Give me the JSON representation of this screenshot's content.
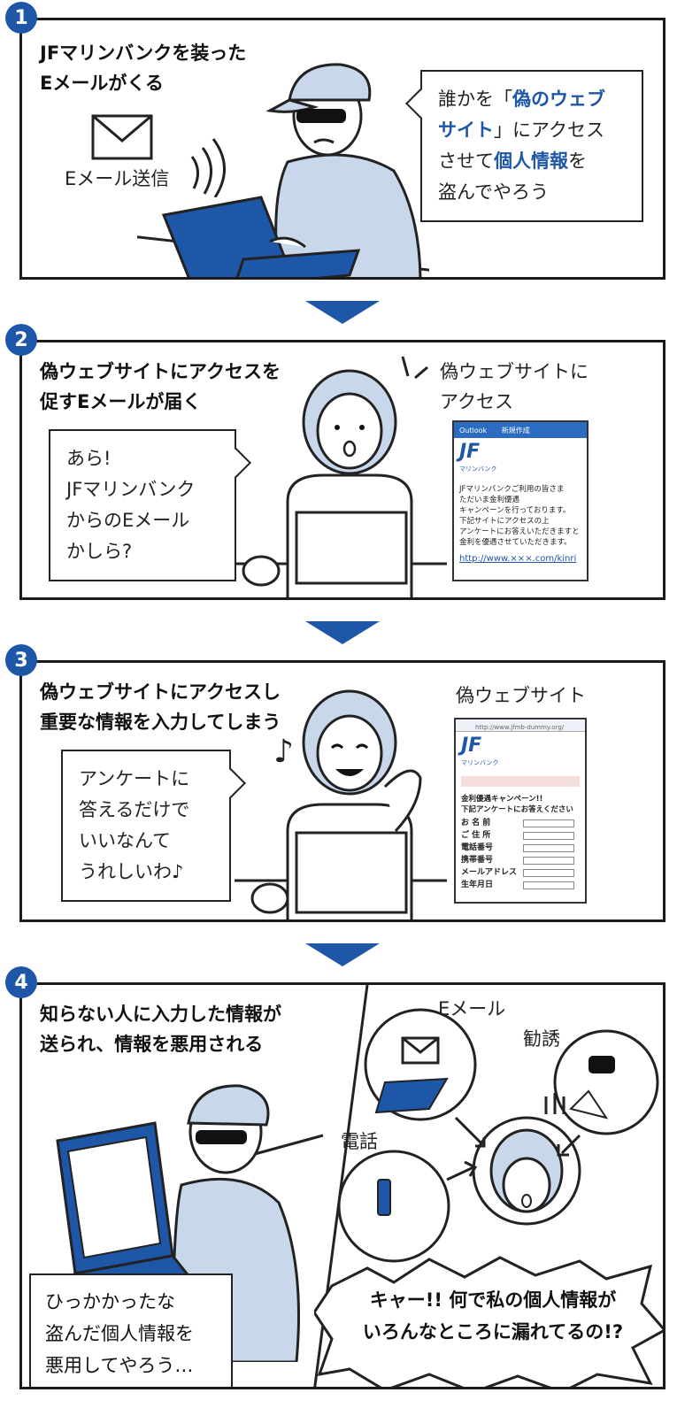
{
  "colors": {
    "accent": "#1f57a8",
    "shirt": "#c9d7ea",
    "laptop": "#1f57a8"
  },
  "panel1": {
    "number": "1",
    "heading": "JFマリンバンクを装った\nEメールがくる",
    "mail_label": "Eメール送信",
    "bubble_a": "誰かを「",
    "bubble_hl1": "偽のウェブ\nサイト",
    "bubble_b": "」にアクセス\nさせて",
    "bubble_hl2": "個人情報",
    "bubble_c": "を\n盗んでやろう"
  },
  "panel2": {
    "number": "2",
    "heading": "偽ウェブサイトにアクセスを\n促すEメールが届く",
    "bubble": "あら!\nJFマリンバンク\nからのEメール\nかしら?",
    "caption": "偽ウェブサイトに\nアクセス",
    "app_name": "Outlook",
    "compose": "新規作成",
    "logo": "JF",
    "logo_sub": "マリンバンク",
    "mail_body": "JFマリンバンクご利用の皆さま\nただいま金利優遇\nキャンペーンを行っております。\n下記サイトにアクセスの上\nアンケートにお答えいただきますと\n金利を優遇させていただきます。",
    "link": "http://www.×××.com/kinri"
  },
  "panel3": {
    "number": "3",
    "heading": "偽ウェブサイトにアクセスし\n重要な情報を入力してしまう",
    "bubble": "アンケートに\n答えるだけで\nいいなんて\nうれしいわ♪",
    "caption": "偽ウェブサイト",
    "note": "♪",
    "url": "http://www.jfmb-dummy.org/",
    "logo": "JF",
    "logo_sub": "マリンバンク",
    "form_title": "金利優遇キャンペーン!!\n下記アンケートにお答えください",
    "fields": [
      "お 名 前",
      "ご 住 所",
      "電話番号",
      "携帯番号",
      "メールアドレス",
      "生年月日"
    ]
  },
  "panel4": {
    "number": "4",
    "heading": "知らない人に入力した情報が\n送られ、情報を悪用される",
    "label_email": "Eメール",
    "label_solicit": "勧誘",
    "label_phone": "電話",
    "thief_text": "ひっかかったな\n盗んだ個人情報を\n悪用してやろう…",
    "shout": "キャー!! 何で私の個人情報が\nいろんなところに漏れてるの!?"
  }
}
